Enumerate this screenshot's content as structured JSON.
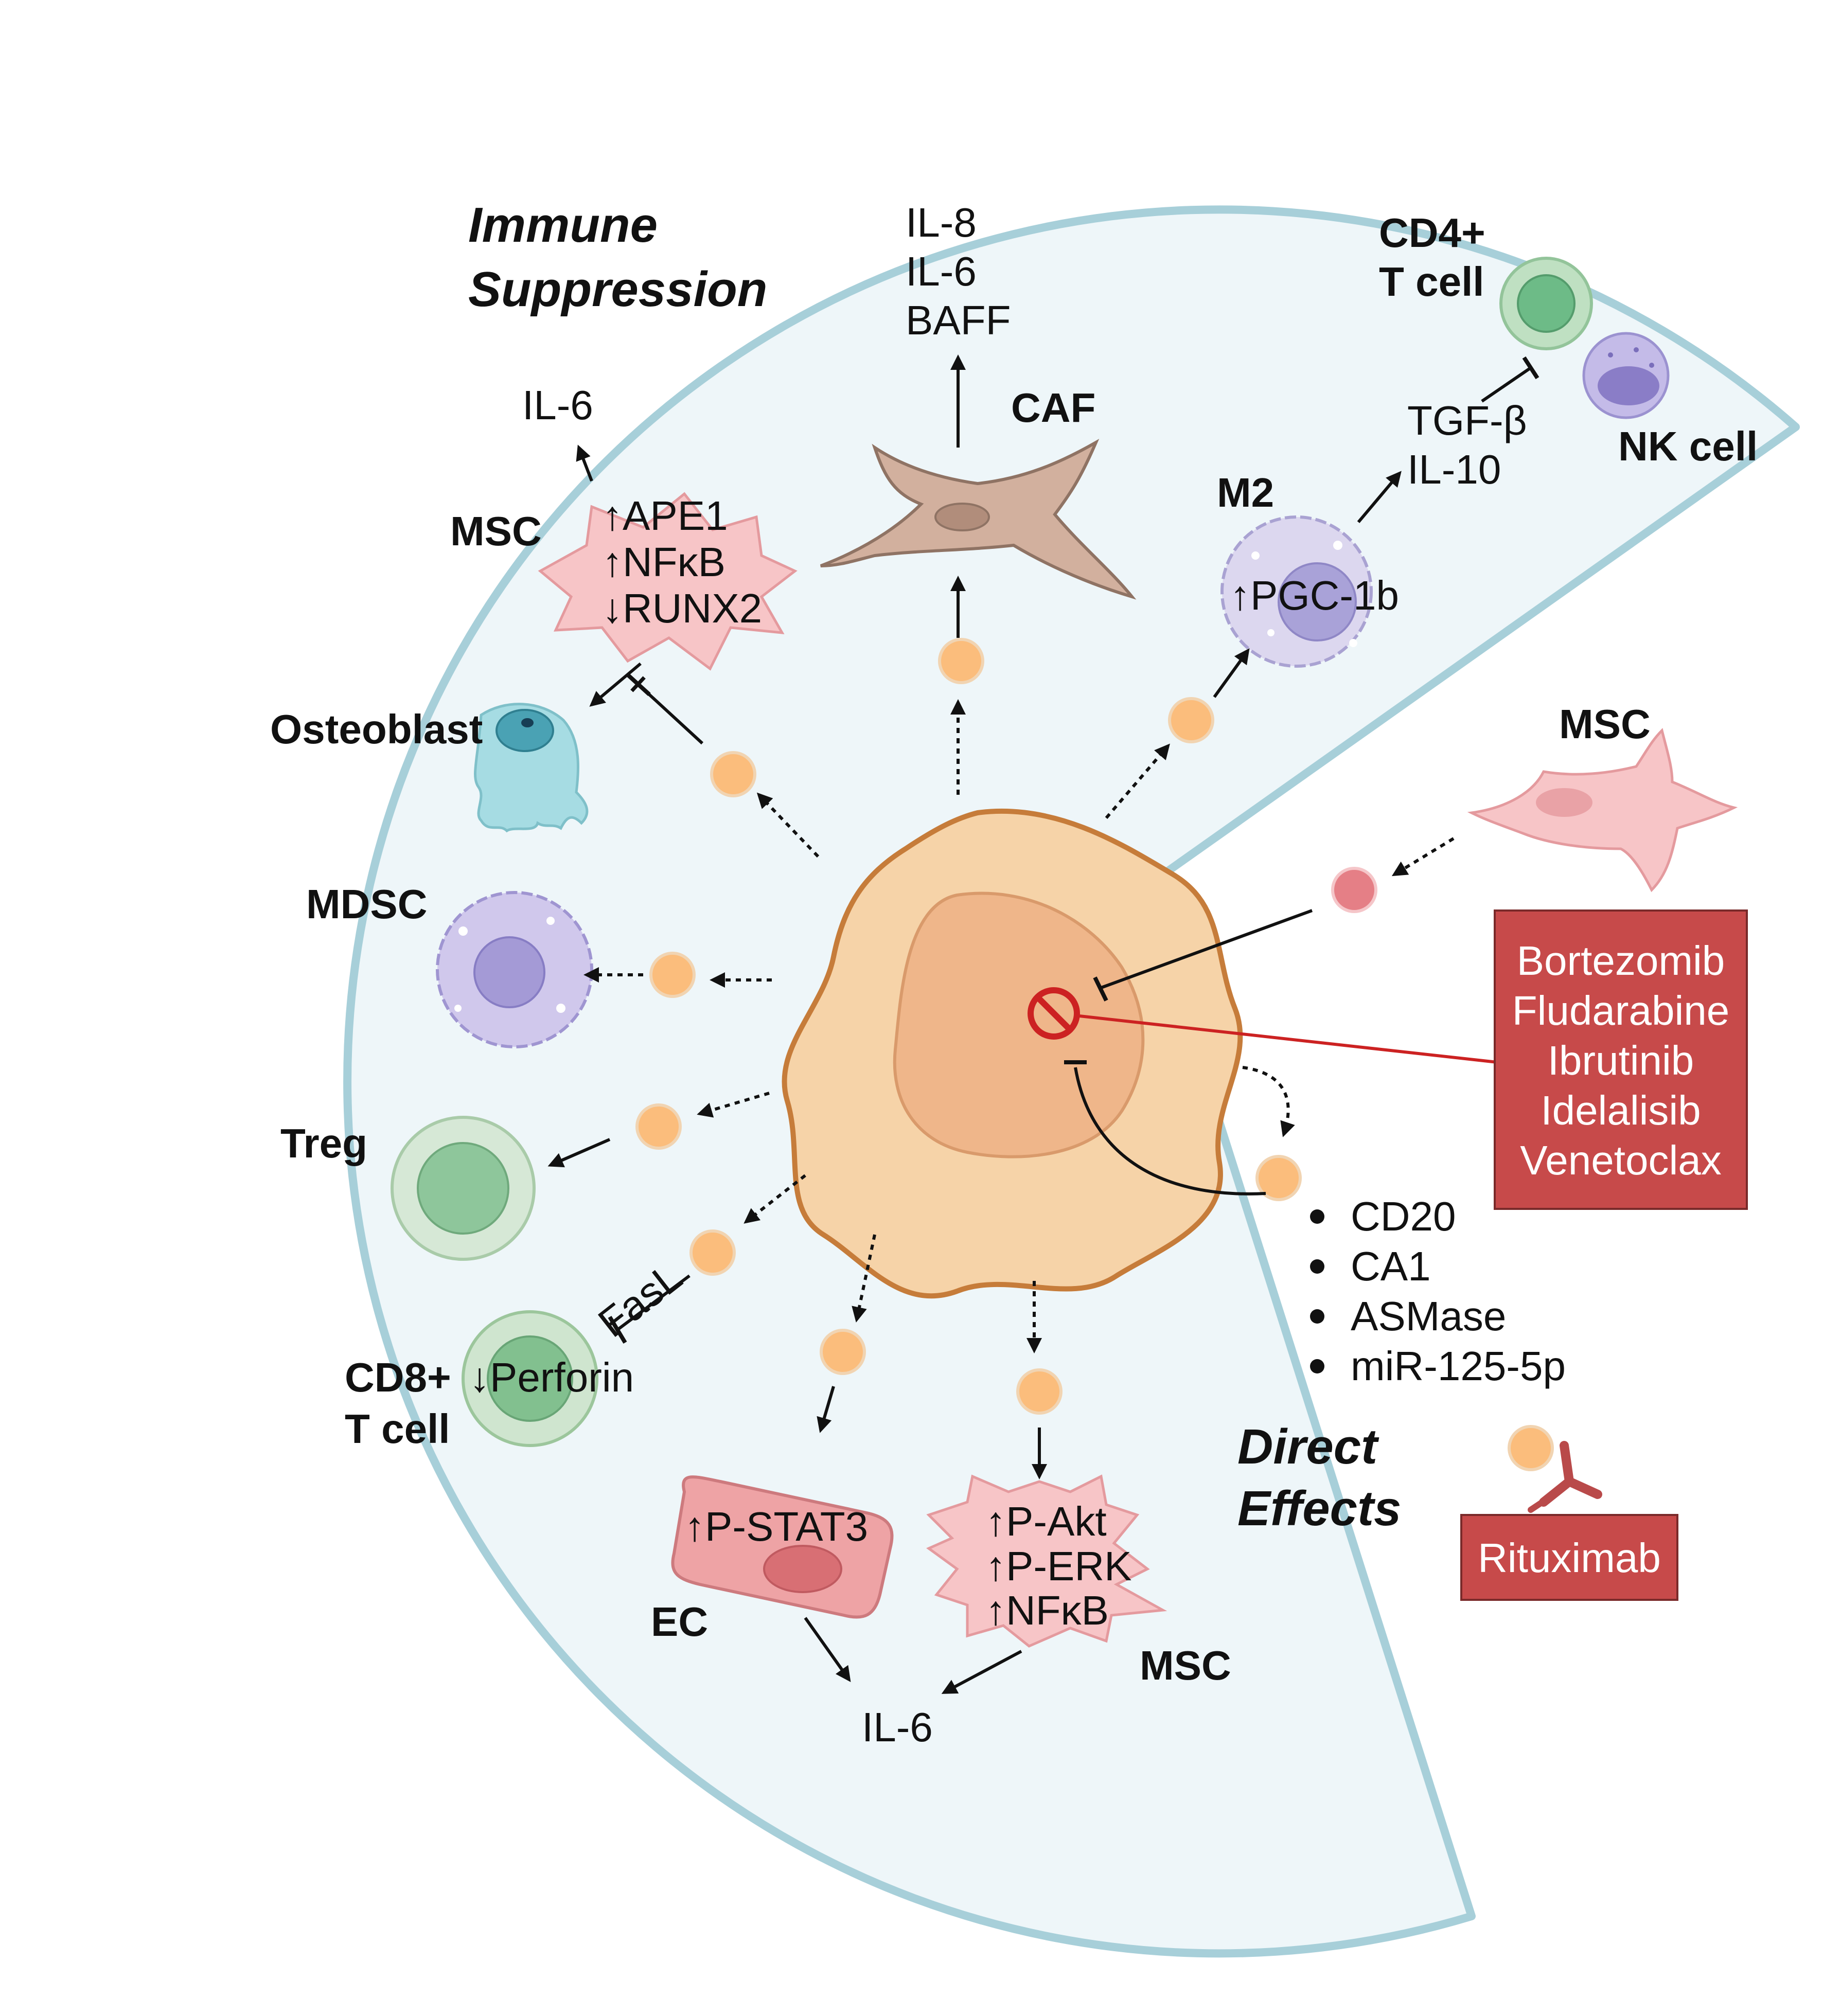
{
  "sections": {
    "immune_title": [
      "Immune",
      "Suppression"
    ],
    "direct_title": [
      "Direct",
      "Effects"
    ]
  },
  "cells": {
    "caf": "CAF",
    "msc_top": "MSC",
    "m2": "M2",
    "cd4": [
      "CD4+",
      "T cell"
    ],
    "nk": "NK cell",
    "osteoblast": "Osteoblast",
    "mdsc": "MDSC",
    "treg": "Treg",
    "cd8": [
      "CD8+",
      "T cell"
    ],
    "ec": "EC",
    "msc_bottom": "MSC",
    "msc_right": "MSC"
  },
  "labels": {
    "caf_cytokines": [
      "IL-8",
      "IL-6",
      "BAFF"
    ],
    "msc_top_output": "IL-6",
    "msc_top_changes": [
      "↑APE1",
      "↑NFκB",
      "↓RUNX2"
    ],
    "m2_change": "↑PGC-1b",
    "m2_cytokines": [
      "TGF-β",
      "IL-10"
    ],
    "fasl": "FasL",
    "cd8_change": "↓Perforin",
    "ec_change": "↑P-STAT3",
    "msc_bottom_changes": [
      "↑P-Akt",
      "↑P-ERK",
      "↑NFκB"
    ],
    "bottom_output": "IL-6",
    "cargo": [
      "CD20",
      "CA1",
      "ASMase",
      "miR-125-5p"
    ]
  },
  "drugs": {
    "list": [
      "Bortezomib",
      "Fludarabine",
      "Ibrutinib",
      "Idelalisib",
      "Venetoclax"
    ],
    "antibody": "Rituximab"
  },
  "colors": {
    "panel_fill": "#eef6f9",
    "panel_stroke": "#a7cfd9",
    "tumor_outer": "#f6d3a8",
    "tumor_inner": "#efb68a",
    "vesicle": "#fbbd7c",
    "drug_box": "#c74a4a",
    "inhibit_red": "#cc2222"
  }
}
